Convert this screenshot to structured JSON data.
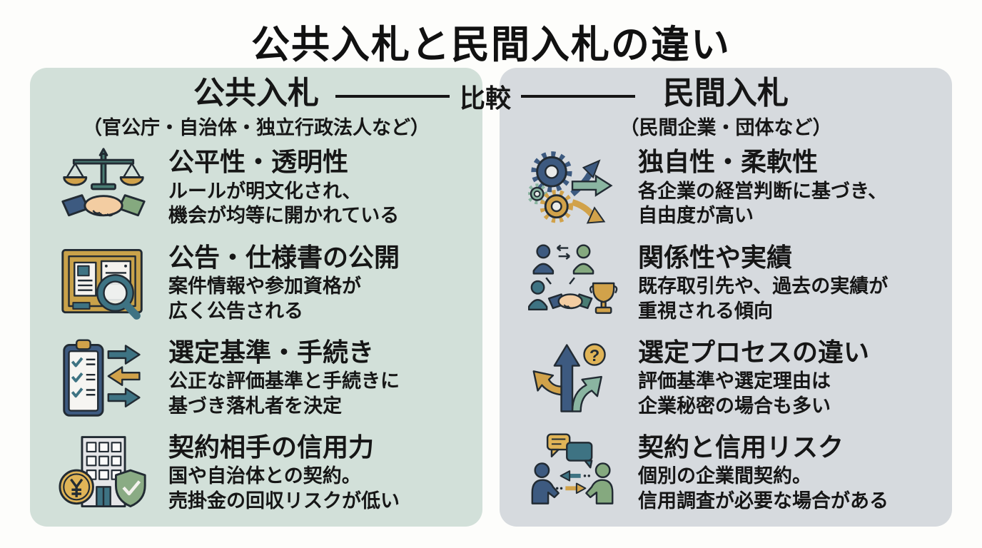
{
  "page": {
    "title": "公共入札と民間入札の違い",
    "compare_label": "比較"
  },
  "left_panel": {
    "title": "公共入札",
    "subtitle": "（官公庁・自治体・独立行政法人など）",
    "items": [
      {
        "icon": "scales-handshake-icon",
        "title": "公平性・透明性",
        "body_line1": "ルールが明文化され、",
        "body_line2": "機会が均等に開かれている"
      },
      {
        "icon": "notice-board-magnifier-icon",
        "title": "公告・仕様書の公開",
        "body_line1": "案件情報や参加資格が",
        "body_line2": "広く公告される"
      },
      {
        "icon": "clipboard-arrows-icon",
        "title": "選定基準・手続き",
        "body_line1": "公正な評価基準と手続きに",
        "body_line2": "基づき落札者を決定"
      },
      {
        "icon": "building-coin-shield-icon",
        "title": "契約相手の信用力",
        "body_line1": "国や自治体との契約。",
        "body_line2": "売掛金の回収リスクが低い"
      }
    ]
  },
  "right_panel": {
    "title": "民間入札",
    "subtitle": "（民間企業・団体など）",
    "items": [
      {
        "icon": "gears-arrows-icon",
        "title": "独自性・柔軟性",
        "body_line1": "各企業の経営判断に基づき、",
        "body_line2": "自由度が高い"
      },
      {
        "icon": "people-handshake-trophy-icon",
        "title": "関係性や実績",
        "body_line1": "既存取引先や、過去の実績が",
        "body_line2": "重視される傾向"
      },
      {
        "icon": "branching-arrows-question-icon",
        "title": "選定プロセスの違い",
        "body_line1": "評価基準や選定理由は",
        "body_line2": "企業秘密の場合も多い"
      },
      {
        "icon": "chat-people-icon",
        "title": "契約と信用リスク",
        "body_line1": "個別の企業間契約。",
        "body_line2": "信用調査が必要な場合がある"
      }
    ]
  },
  "colors": {
    "left_panel_bg": "#d2e0d9",
    "right_panel_bg": "#d6dade",
    "text": "#161616",
    "navy": "#3d5a80",
    "teal": "#3e7383",
    "green": "#85a97f",
    "gold": "#d1a24a",
    "skin": "#f3cda2"
  }
}
